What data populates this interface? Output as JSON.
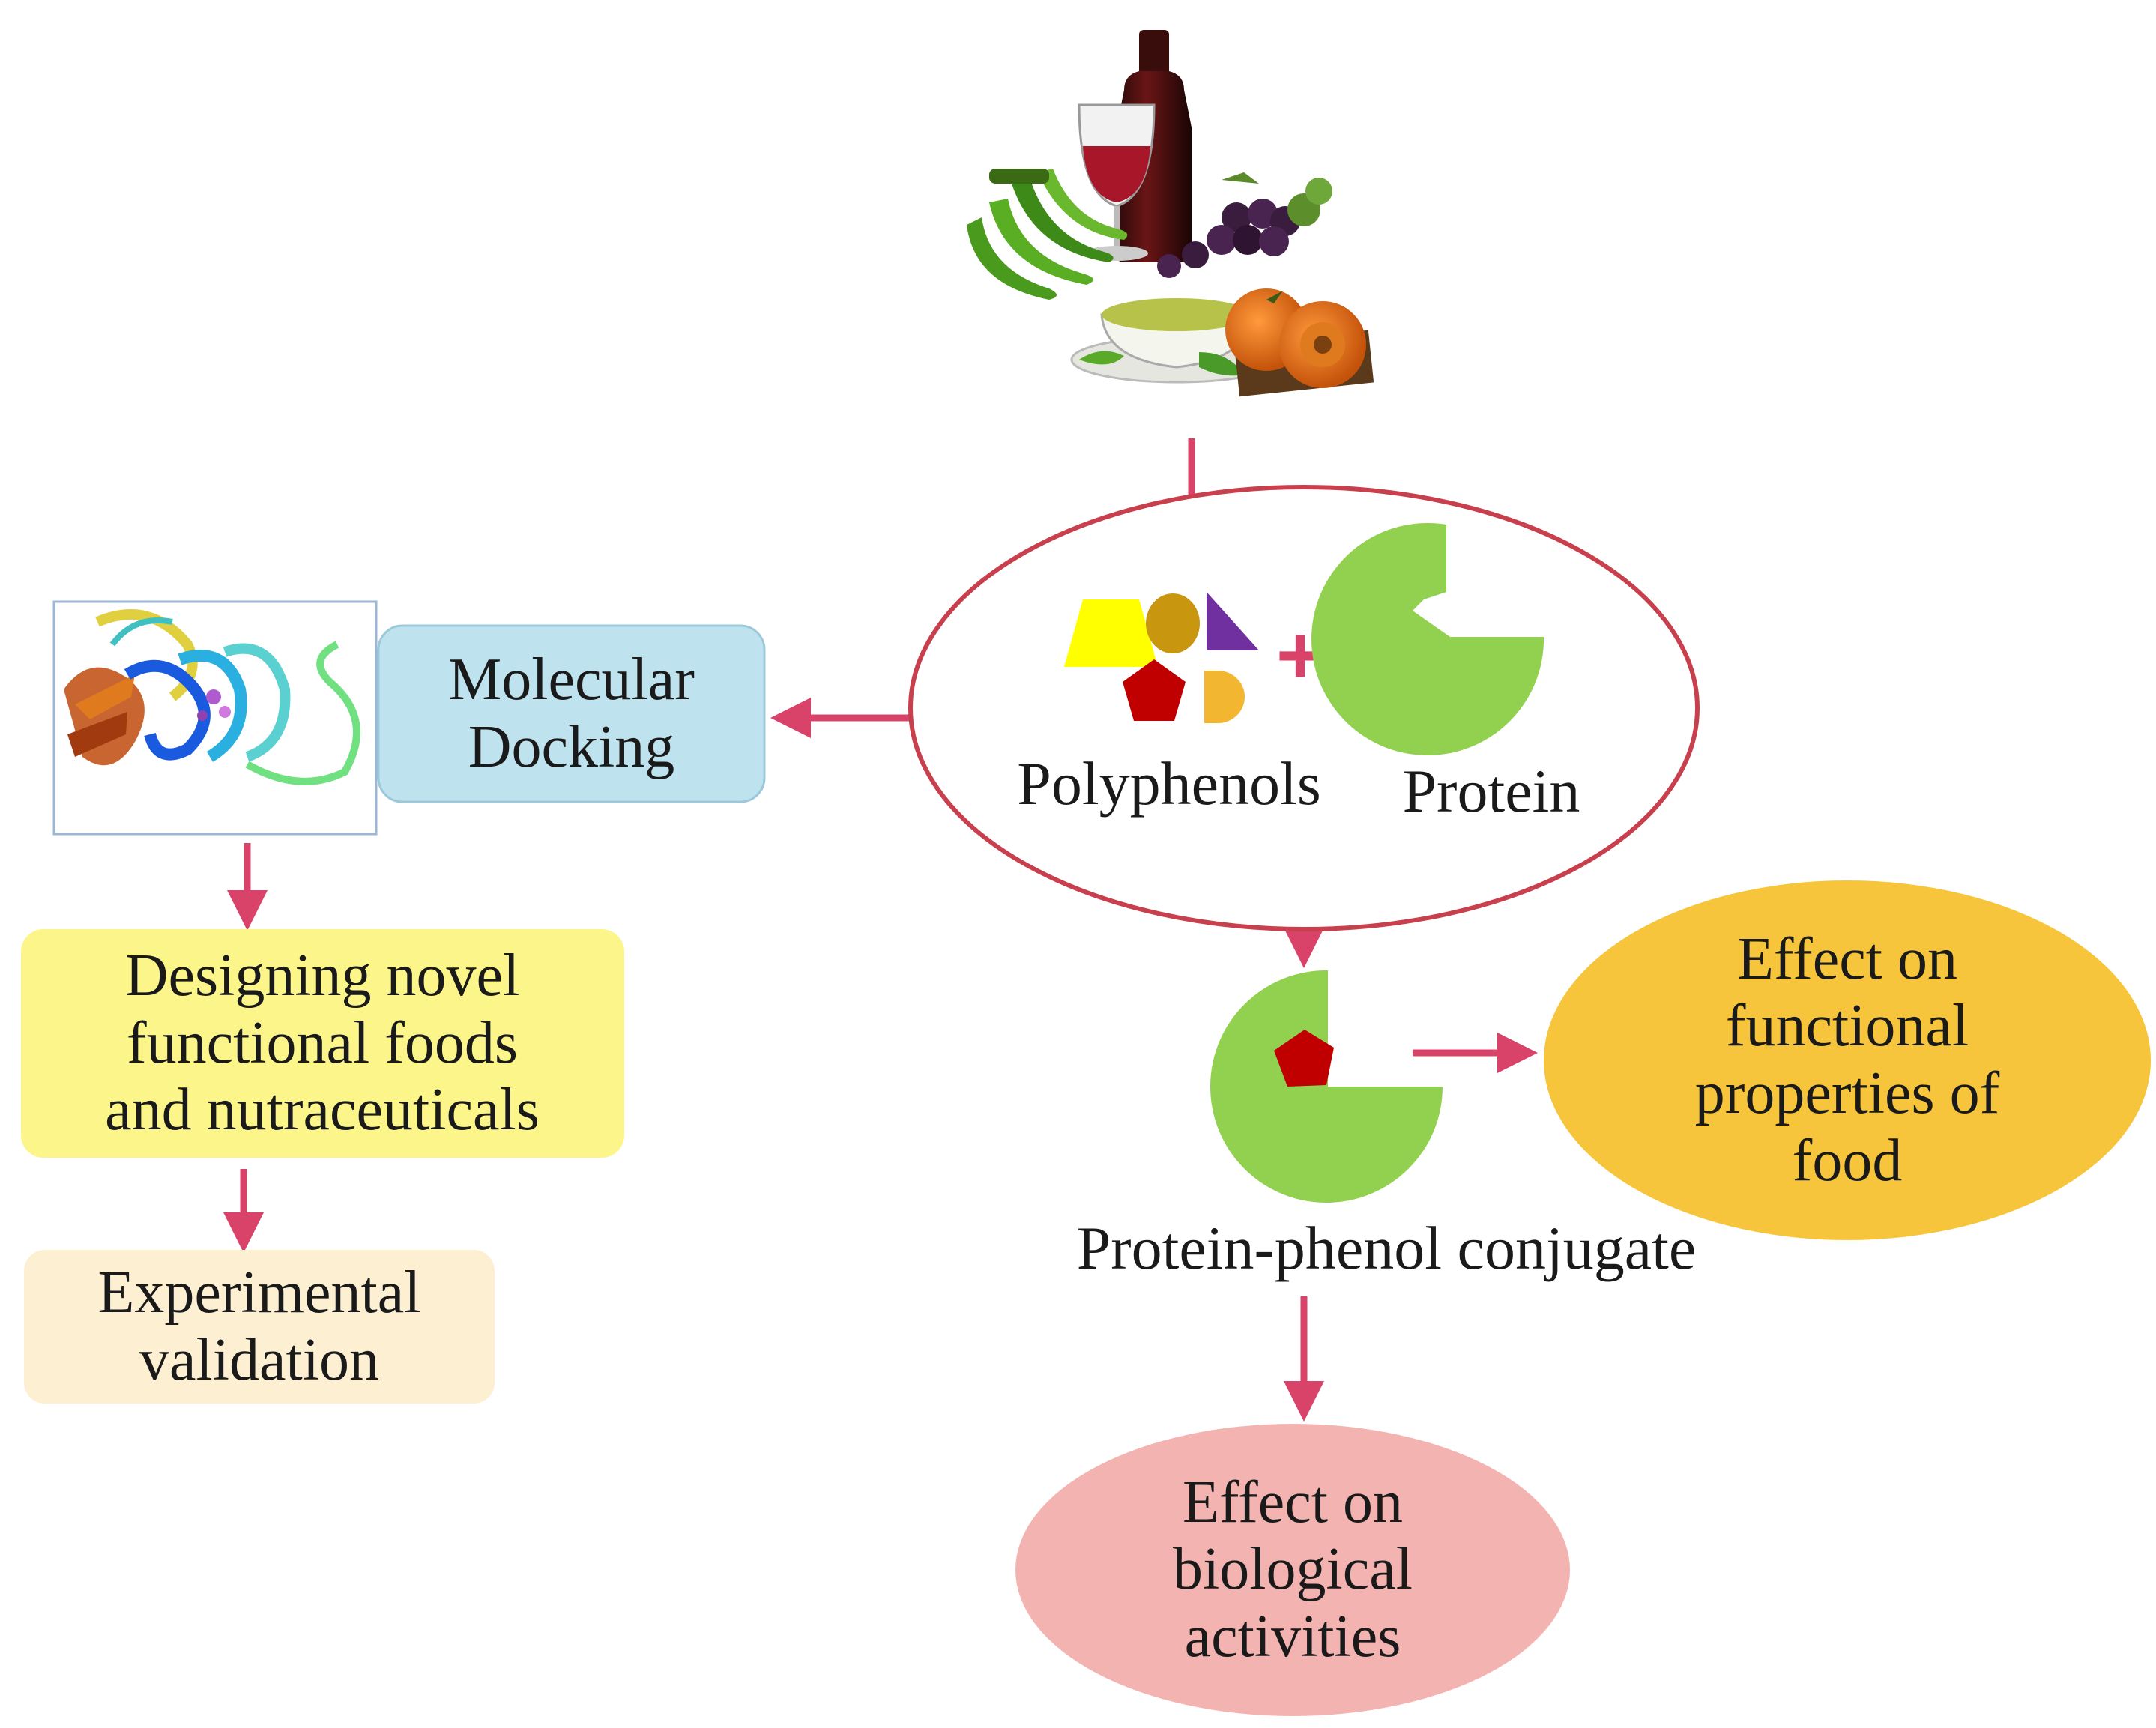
{
  "docking_box": {
    "lines": [
      "Molecular",
      "Docking"
    ]
  },
  "center": {
    "polyphenols": "Polyphenols",
    "protein": "Protein",
    "plus": "+"
  },
  "conjugate": {
    "label": "Protein-phenol conjugate"
  },
  "functional": {
    "lines": [
      "Effect on",
      "functional",
      "properties of",
      "food"
    ]
  },
  "biological": {
    "lines": [
      "Effect on",
      "biological",
      "activities"
    ]
  },
  "designing": {
    "lines": [
      "Designing novel",
      "functional foods",
      "and nutraceuticals"
    ]
  },
  "validation": {
    "lines": [
      "Experimental",
      "validation"
    ]
  },
  "colors": {
    "arrow": "#d9436a",
    "ellipse_border": "#c8404d",
    "protein_green": "#92d050",
    "docking_fill": "#bfe3ee",
    "designing_fill": "#fbf58a",
    "validation_fill": "#fdefd2",
    "functional_fill": "#f7c53b",
    "biological_fill": "#f3b4b1",
    "pentagon_red": "#c00000",
    "trapezoid_yellow": "#ffff00",
    "circle_gold": "#c9960f",
    "triangle_purple": "#7030a0",
    "halfcircle_gold": "#f2b630"
  }
}
